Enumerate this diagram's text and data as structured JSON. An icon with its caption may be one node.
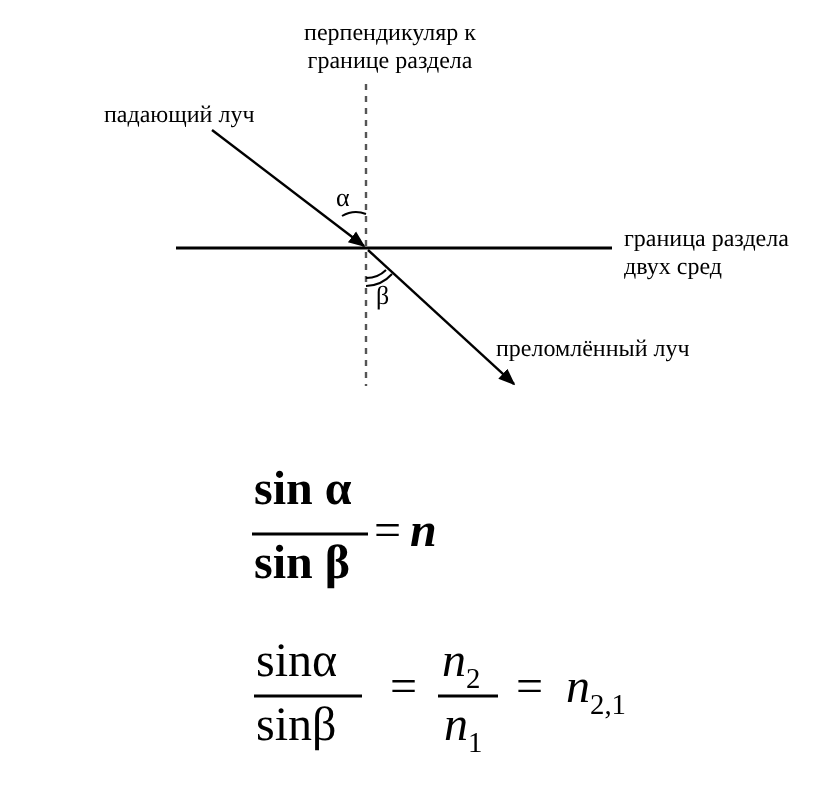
{
  "diagram": {
    "labels": [
      "перпендикуляр к границе раздела",
      "падающий луч",
      "α",
      "граница раздела двух сред",
      "β",
      "преломлённый луч",
      "sin α",
      "=",
      "n",
      "sin β",
      "sinα",
      "=",
      "*n*$_{2}$",
      "=",
      "*n*$_{2,1}$",
      "sinβ",
      "*n*$_{1}$"
    ]
  }
}
